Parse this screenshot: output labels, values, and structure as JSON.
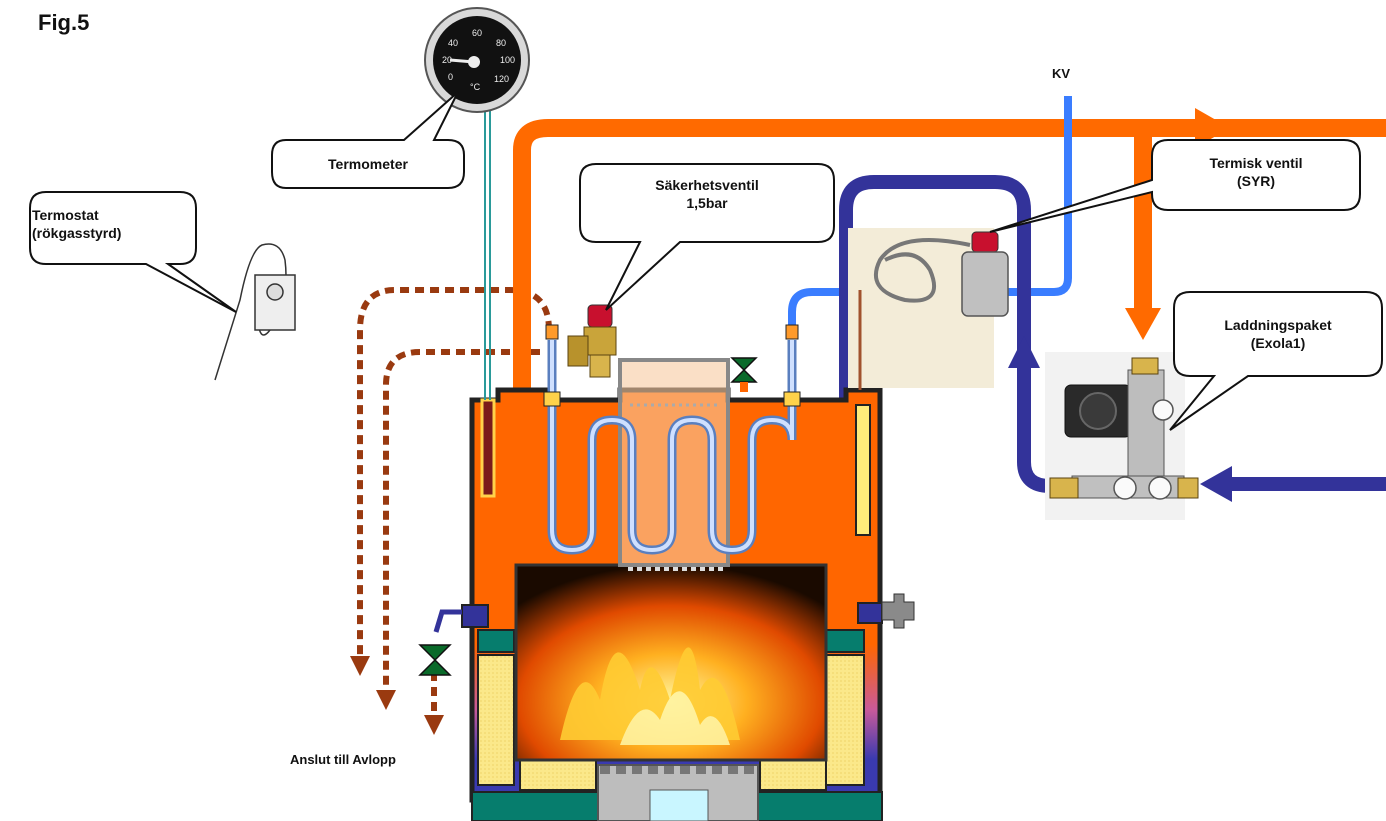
{
  "figure": {
    "title": "Fig.5"
  },
  "callouts": {
    "thermometer": "Termometer",
    "thermostat_line1": "Termostat",
    "thermostat_line2": "(rökgasstyrd)",
    "safety_valve_line1": "Säkerhetsventil",
    "safety_valve_line2": "1,5bar",
    "thermal_valve_line1": "Termisk ventil",
    "thermal_valve_line2": "(SYR)",
    "charging_pkg_line1": "Laddningspaket",
    "charging_pkg_line2": "(Exola1)"
  },
  "labels": {
    "kv": "KV",
    "drain": "Anslut till Avlopp"
  },
  "gauge_ticks": [
    "0",
    "20",
    "40",
    "60",
    "80",
    "100",
    "120"
  ],
  "gauge_unit": "°C",
  "colors": {
    "hot_water": "#ff6a00",
    "return_water": "#33339a",
    "cold_water": "#3a7dff",
    "flue_gas": "#9a3a10",
    "boiler_body": "#ff6600",
    "insulation": "#fbe88a",
    "base": "#067d6d"
  }
}
